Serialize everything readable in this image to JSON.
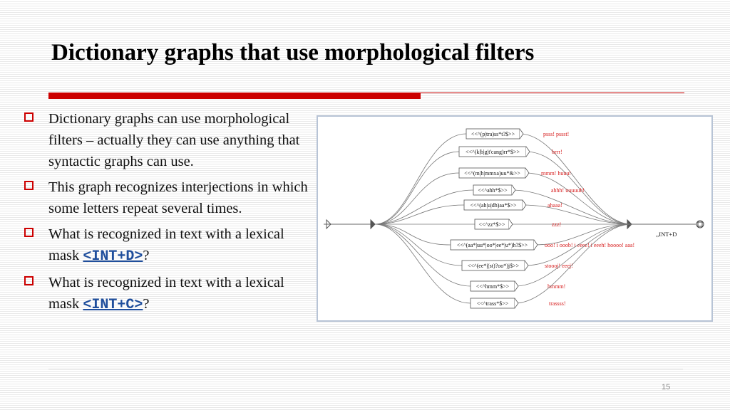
{
  "slide": {
    "title": "Dictionary graphs that use morphological filters",
    "page_number": "15"
  },
  "bullets": [
    {
      "text": "Dictionary graphs can use morphological filters – actually they can use anything that syntactic graphs can use."
    },
    {
      "text": "This graph recognizes interjections in which some letters repeat several times."
    },
    {
      "text": "What is recognized in text with a lexical mask ",
      "code": "<INT+D>",
      "suffix": "?"
    },
    {
      "text": "What is recognized in text with a lexical mask ",
      "code": "<INT+C>",
      "suffix": "?"
    }
  ],
  "graph": {
    "boxes": [
      {
        "label": "<<^(p|tra)ss*t?$>>",
        "output": "psss! pssst!"
      },
      {
        "label": "<<^(k|b|g|t'cang)rr*$>>",
        "output": "brrr!"
      },
      {
        "label": "<<^(m|h|mmxa)uu*&>>",
        "output": "mmm! huuu!"
      },
      {
        "label": "<<^ahh*$>>",
        "output": "ahhh!    uuuuuh!"
      },
      {
        "label": "<<^(ah|u|dh)aa*$>>",
        "output": "ahaaa!"
      },
      {
        "label": "<<^zz*$>>",
        "output": "zzz!"
      },
      {
        "label": "<<^(aa*|uu*|oo*|ee*|u*)h?$>>",
        "output": "ooo! i ooob! i eeee! i eeeh! hoooo!     aaa!"
      },
      {
        "label": "<<^(ee*|(st)?oo*)j$>>",
        "output": "stoooj! eeej!"
      },
      {
        "label": "<<^hmm*$>>",
        "output": "hmmm!"
      },
      {
        "label": "<<^trass*$>>",
        "output": "trassss!"
      }
    ],
    "final_output": ",,INT+D"
  },
  "colors": {
    "accent_red": "#cc0000",
    "code_blue": "#1f4e9c",
    "output_red": "#d61a1a"
  }
}
